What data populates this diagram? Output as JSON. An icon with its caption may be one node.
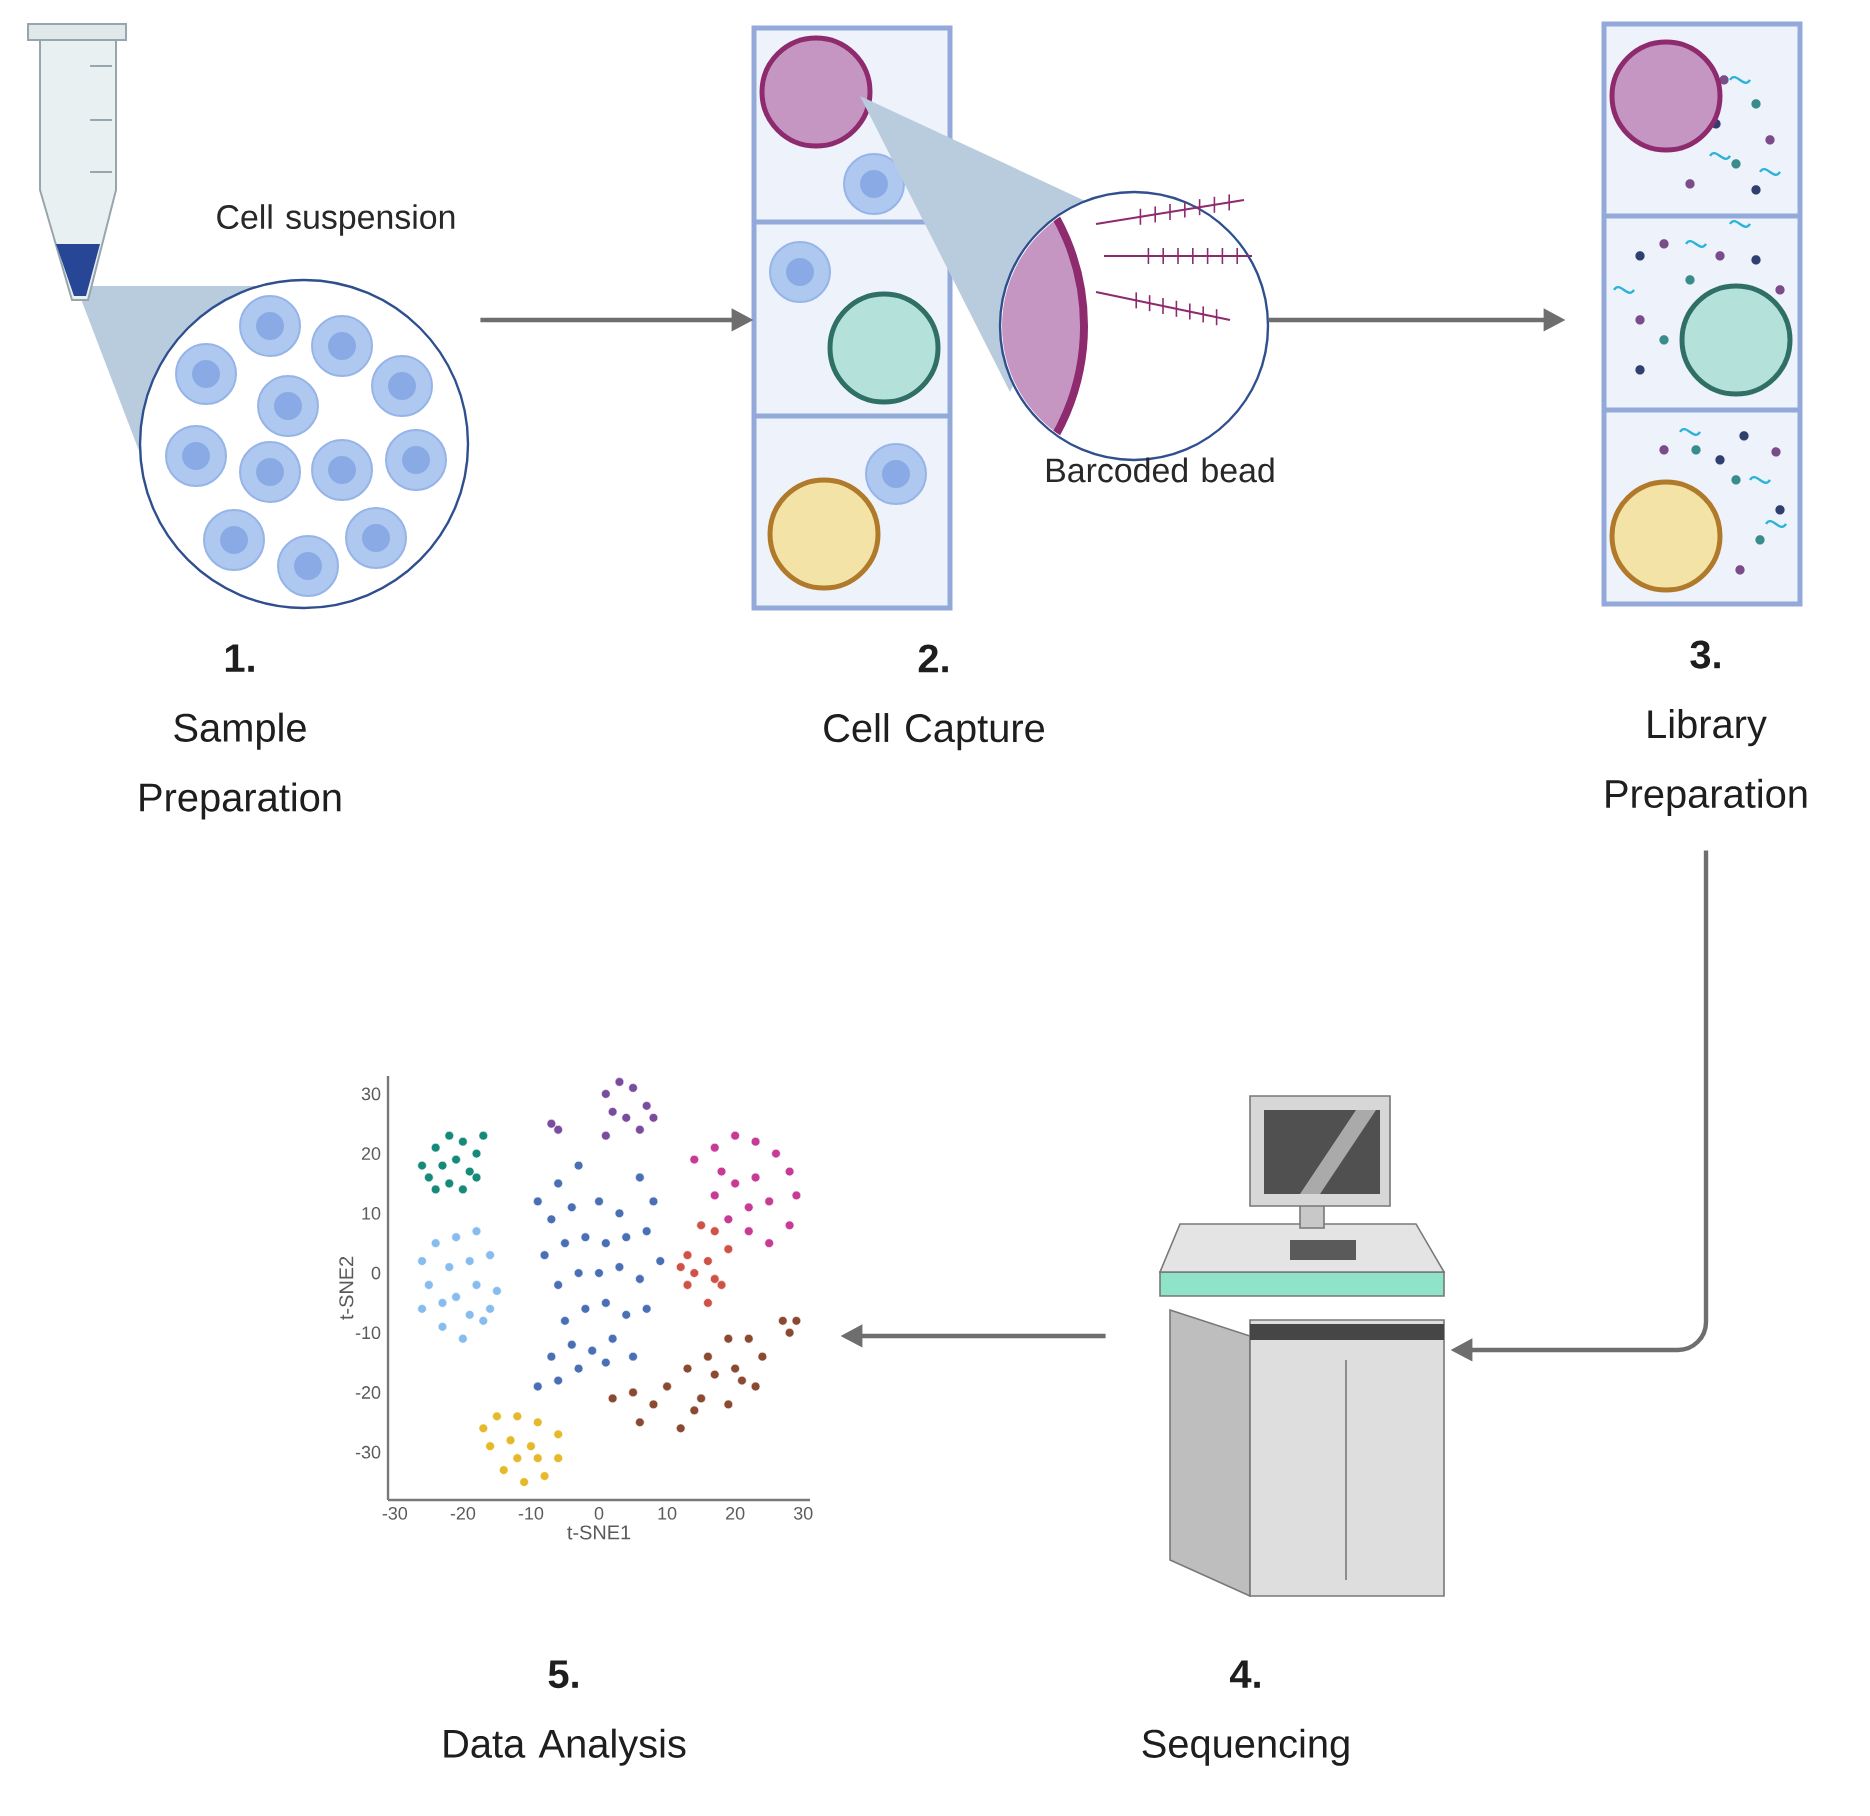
{
  "diagram": {
    "nodes": [
      {
        "text": [
          "1.",
          "Sample Preparation"
        ]
      },
      {
        "text": [
          "2.",
          "Cell Capture"
        ]
      },
      {
        "text": [
          "3.",
          "Library Preparation"
        ]
      },
      {
        "text": [
          "4.",
          "Sequencing"
        ]
      },
      {
        "text": [
          "5.",
          "Data Analysis"
        ]
      }
    ],
    "edges": [
      {
        "from": 0,
        "to": 1,
        "arrow": "to"
      },
      {
        "from": 1,
        "to": 2,
        "arrow": "to"
      },
      {
        "from": 2,
        "to": 3,
        "arrow": "to"
      },
      {
        "from": 3,
        "to": 4,
        "arrow": "to"
      }
    ],
    "labels": [
      "Cell suspension",
      "Barcoded bead"
    ],
    "chart_data": {
      "type": "scatter",
      "xlabel": "t-SNE1",
      "ylabel": "t-SNE2",
      "xlim": [
        -31,
        31
      ],
      "ylim": [
        -38,
        33
      ],
      "xticks": [
        -30,
        -20,
        -10,
        0,
        10,
        20,
        30
      ],
      "yticks": [
        -30,
        -20,
        -10,
        0,
        10,
        20,
        30
      ],
      "series": [
        {
          "color": "#168a7a",
          "x": [
            -26,
            -24,
            -22,
            -20,
            -18,
            -17,
            -25,
            -23,
            -21,
            -19,
            -22,
            -20,
            -24,
            -18
          ],
          "values": [
            18,
            21,
            23,
            22,
            20,
            23,
            16,
            18,
            19,
            17,
            15,
            14,
            14,
            16
          ]
        },
        {
          "color": "#86bcee",
          "x": [
            -26,
            -24,
            -21,
            -18,
            -16,
            -15,
            -17,
            -20,
            -23,
            -26,
            -25,
            -22,
            -19,
            -21,
            -18,
            -23,
            -19,
            -16
          ],
          "values": [
            2,
            5,
            6,
            7,
            3,
            -3,
            -8,
            -11,
            -9,
            -6,
            -2,
            1,
            2,
            -4,
            -2,
            -5,
            -7,
            -6
          ]
        },
        {
          "color": "#4a6fb5",
          "x": [
            -9,
            -6,
            -3,
            -7,
            -4,
            0,
            3,
            6,
            8,
            -8,
            -5,
            -2,
            1,
            4,
            7,
            -6,
            -3,
            0,
            3,
            6,
            9,
            -5,
            -2,
            1,
            4,
            7,
            -7,
            -4,
            -1,
            2,
            5,
            -9,
            -6,
            -3,
            1
          ],
          "values": [
            12,
            15,
            18,
            9,
            11,
            12,
            10,
            16,
            12,
            3,
            5,
            6,
            5,
            6,
            7,
            -2,
            0,
            0,
            1,
            -1,
            2,
            -8,
            -6,
            -5,
            -7,
            -6,
            -14,
            -12,
            -13,
            -11,
            -14,
            -19,
            -18,
            -16,
            -15
          ]
        },
        {
          "color": "#7a4c9e",
          "x": [
            -7,
            -6,
            1,
            3,
            5,
            7,
            2,
            4,
            6,
            1,
            8
          ],
          "values": [
            25,
            24,
            30,
            32,
            31,
            28,
            27,
            26,
            24,
            23,
            26
          ]
        },
        {
          "color": "#c73b94",
          "x": [
            14,
            17,
            20,
            23,
            26,
            28,
            29,
            28,
            25,
            22,
            19,
            17,
            20,
            23,
            25,
            22,
            18
          ],
          "values": [
            19,
            21,
            23,
            22,
            20,
            17,
            13,
            8,
            5,
            7,
            9,
            13,
            15,
            16,
            12,
            11,
            17
          ]
        },
        {
          "color": "#cf5247",
          "x": [
            13,
            15,
            17,
            19,
            18,
            16,
            13,
            14,
            16,
            17,
            12
          ],
          "values": [
            3,
            8,
            7,
            4,
            -2,
            -5,
            -2,
            0,
            2,
            -1,
            1
          ]
        },
        {
          "color": "#8a4a32",
          "x": [
            2,
            5,
            8,
            6,
            12,
            10,
            13,
            16,
            19,
            22,
            24,
            23,
            19,
            15,
            17,
            20,
            14,
            21,
            27,
            29,
            28
          ],
          "values": [
            -21,
            -20,
            -22,
            -25,
            -26,
            -19,
            -16,
            -14,
            -11,
            -11,
            -14,
            -19,
            -22,
            -21,
            -17,
            -16,
            -23,
            -18,
            -8,
            -8,
            -10
          ]
        },
        {
          "color": "#e6b92a",
          "x": [
            -17,
            -15,
            -12,
            -9,
            -6,
            -6,
            -8,
            -11,
            -14,
            -16,
            -13,
            -10,
            -12,
            -9
          ],
          "values": [
            -26,
            -24,
            -24,
            -25,
            -27,
            -31,
            -34,
            -35,
            -33,
            -29,
            -28,
            -29,
            -31,
            -31
          ]
        }
      ]
    }
  }
}
